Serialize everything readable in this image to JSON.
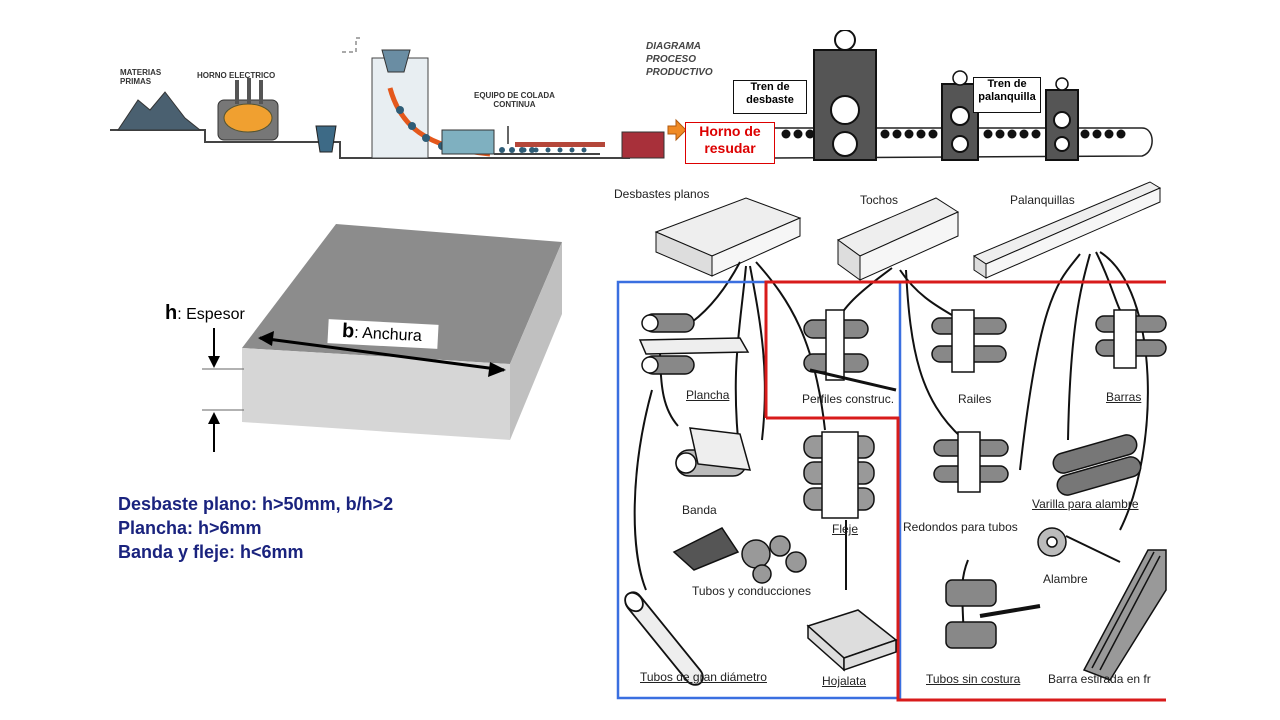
{
  "process": {
    "materias_primas": "MATERIAS\nPRIMAS",
    "horno_electrico": "HORNO ELECTRICO",
    "equipo_colada": "EQUIPO DE COLADA\nCONTINUA",
    "diagram_title": "DIAGRAMA\nPROCESO\nPRODUCTIVO",
    "horno_resudar": "Horno de\nresudar",
    "tren_desbaste": "Tren de\ndesbaste",
    "tren_palanquilla": "Tren de\npalanquilla"
  },
  "semi_products": {
    "desbastes_planos": "Desbastes planos",
    "tochos": "Tochos",
    "palanquillas": "Palanquillas"
  },
  "slab_figure": {
    "h_label": "h",
    "h_text": ": Espesor",
    "b_label": "b",
    "b_text": ": Anchura"
  },
  "definitions": [
    "Desbaste plano: h>50mm, b/h>2",
    "Plancha: h>6mm",
    "Banda y fleje: h<6mm"
  ],
  "products": {
    "plancha": "Plancha",
    "banda": "Banda",
    "fleje": "Fleje",
    "tubos_conducciones": "Tubos y conducciones",
    "tubos_gran_diametro": "Tubos de gran diámetro",
    "hojalata": "Hojalata",
    "perfiles": "Perfiles construc.",
    "railes": "Railes",
    "barras": "Barras",
    "redondos": "Redondos para tubos",
    "varilla": "Varilla para alambre",
    "alambre": "Alambre",
    "tubos_sin_costura": "Tubos sin costura",
    "barra_estirada": "Barra estirada en fr"
  },
  "colors": {
    "blue_frame": "#3a6fe0",
    "red_frame": "#d81b1b",
    "horno_text": "#dd0000",
    "definitions_text": "#1a237e"
  }
}
